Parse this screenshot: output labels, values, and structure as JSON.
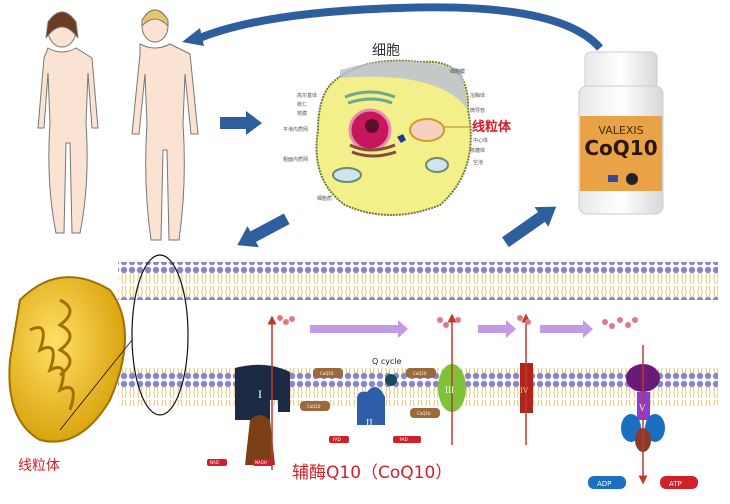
{
  "cell": {
    "title": "细胞",
    "highlight_label": "线粒体",
    "left_labels": [
      "高尔基体",
      "核仁",
      "核膜",
      "平滑内质网",
      "粗面内质网",
      "细胞质"
    ],
    "right_labels": [
      "细胞膜",
      "溶酶体",
      "微导管",
      "中心体",
      "核糖体",
      "空泡"
    ]
  },
  "bottle": {
    "brand": "VALEXIS",
    "product": "CoQ10"
  },
  "chain": {
    "q_cycle": "Q cycle",
    "complexes": [
      "I",
      "II",
      "III",
      "IV",
      "V"
    ],
    "coq_label": "CoQ10",
    "adp": "ADP",
    "atp": "ATP",
    "fad": "FAD",
    "nad": "NAD",
    "nadh": "NADH"
  },
  "mito_label": "线粒体",
  "caption": "辅酶Q10（CoQ10）",
  "colors": {
    "arrow_blue": "#2e5e9e",
    "red_text": "#d0202a",
    "purple_arrow": "#c39ae6",
    "cell_yellow": "#f3ef8a"
  }
}
